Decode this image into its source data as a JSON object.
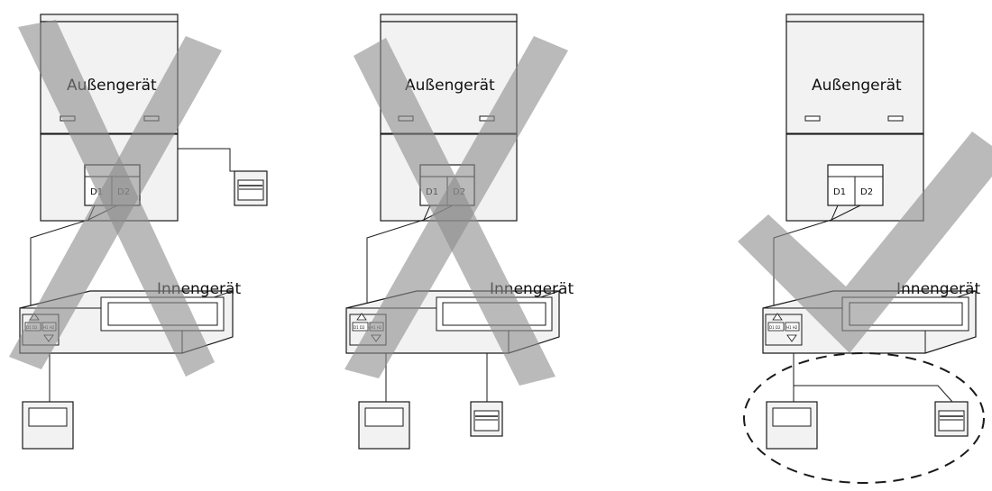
{
  "panels": [
    {
      "outdoor_label": "Außengerät",
      "terminals": [
        "D1",
        "D2"
      ],
      "indoor_label": "Innengerät",
      "display_text": [
        "D1 D2",
        "H1 H2"
      ],
      "status": "invalid",
      "status_mark": "cross-mark"
    },
    {
      "outdoor_label": "Außengerät",
      "terminals": [
        "D1",
        "D2"
      ],
      "indoor_label": "Innengerät",
      "display_text": [
        "D1 D2",
        "H1 H2"
      ],
      "status": "invalid",
      "status_mark": "cross-mark"
    },
    {
      "outdoor_label": "Außengerät",
      "terminals": [
        "D1",
        "D2"
      ],
      "indoor_label": "Innengerät",
      "display_text": [
        "D1 D2",
        "H1 H2"
      ],
      "status": "valid",
      "status_mark": "check-mark"
    }
  ],
  "colors": {
    "unit_fill": "#f2f2f2",
    "line": "#1a1a1a",
    "mark_overlay": "#8c8c8c"
  }
}
